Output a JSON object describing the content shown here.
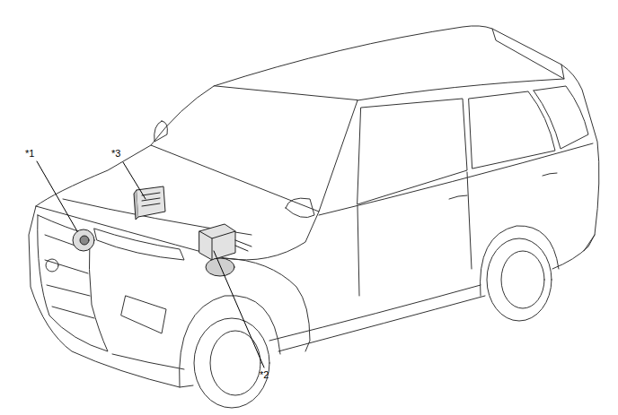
{
  "diagram": {
    "labels": [
      "*1",
      "*2",
      "*3"
    ]
  }
}
